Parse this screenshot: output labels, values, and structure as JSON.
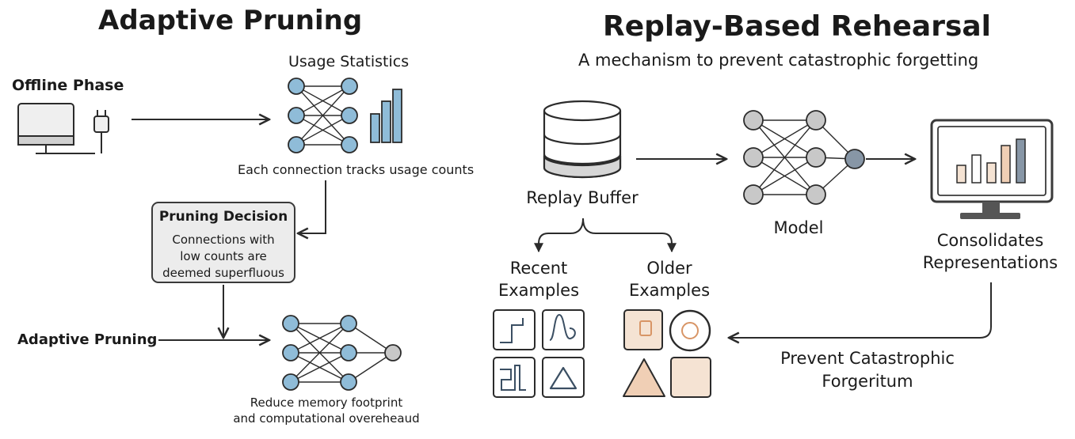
{
  "left": {
    "title": "Adaptive Pruning",
    "offline_phase": "Offline Phase",
    "usage_statistics": "Usage Statistics",
    "usage_caption": "Each connection tracks usage counts",
    "decision": {
      "title": "Pruning Decision",
      "body_lines": [
        "Connections with",
        "low counts are",
        "deemed superfluous"
      ]
    },
    "adaptive_pruning_label": "Adaptive Pruning",
    "result_lines": [
      "Reduce memory footprint",
      "and computational overeheaud"
    ]
  },
  "right": {
    "title": "Replay-Based Rehearsal",
    "subtitle": "A mechanism to prevent catastrophic forgetting",
    "buffer_label": "Replay Buffer",
    "model_label": "Model",
    "consolidates_lines": [
      "Consolidates",
      "Representations"
    ],
    "recent_lines": [
      "Recent",
      "Examples"
    ],
    "older_lines": [
      "Older",
      "Examples"
    ],
    "prevent_lines": [
      "Prevent Catastrophic",
      "Forgeritum"
    ]
  },
  "colors": {
    "node_blue": "#8fbcd8",
    "node_gray": "#c8c8c8",
    "node_dark": "#8796a6",
    "stroke": "#2b2b2b",
    "beige": "#f5e3d3",
    "tan": "#f0cfb5",
    "accent_orange": "#d89566",
    "tile_stroke": "#3b4f63"
  }
}
